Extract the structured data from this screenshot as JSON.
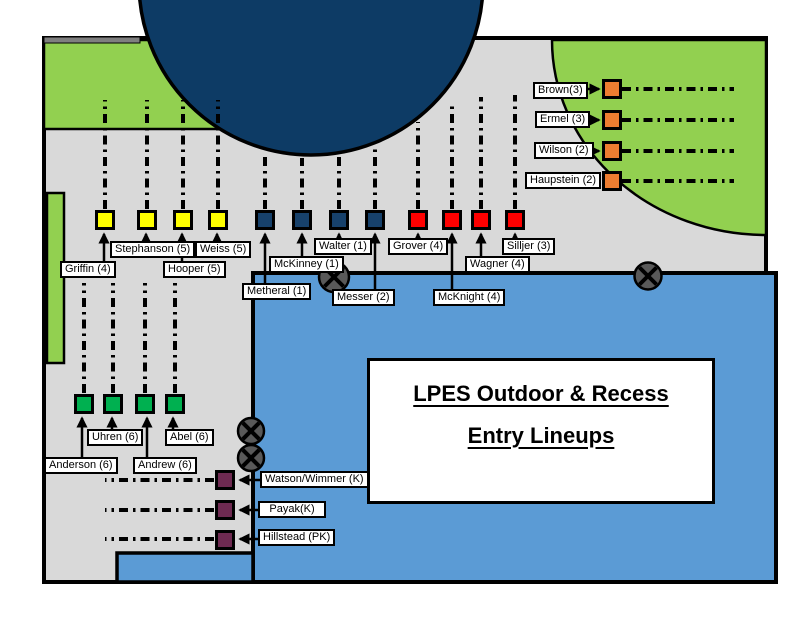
{
  "title": {
    "line1": "LPES Outdoor & Recess",
    "line2": "Entry Lineups"
  },
  "colors": {
    "yellow": "#FFFF00",
    "navy": "#17416B",
    "red": "#FE0000",
    "orange": "#ED7D31",
    "green": "#00B050",
    "purple": "#6E2A51",
    "pavement": "#D9D9D9",
    "field": "#92D050",
    "building": "#0D3B65",
    "blacktop": "#5B9BD5",
    "wall_gray": "#7F7F7F",
    "marker_gray": "#595959"
  },
  "lineups": {
    "griffin": {
      "label": "Griffin (4)",
      "group": "yellow"
    },
    "stephanson": {
      "label": "Stephanson (5)",
      "group": "yellow"
    },
    "hooper": {
      "label": "Hooper (5)",
      "group": "yellow"
    },
    "weiss": {
      "label": "Weiss (5)",
      "group": "yellow"
    },
    "metheral": {
      "label": "Metheral (1)",
      "group": "navy"
    },
    "mckinney": {
      "label": "McKinney (1)",
      "group": "navy"
    },
    "walter": {
      "label": "Walter (1)",
      "group": "navy"
    },
    "messer": {
      "label": "Messer (2)",
      "group": "navy"
    },
    "grover": {
      "label": "Grover (4)",
      "group": "red"
    },
    "mcknight": {
      "label": "McKnight (4)",
      "group": "red"
    },
    "wagner": {
      "label": "Wagner (4)",
      "group": "red"
    },
    "silljer": {
      "label": "Silljer (3)",
      "group": "red"
    },
    "brown": {
      "label": "Brown(3)",
      "group": "orange"
    },
    "ermel": {
      "label": "Ermel (3)",
      "group": "orange"
    },
    "wilson": {
      "label": "Wilson (2)",
      "group": "orange"
    },
    "haupstein": {
      "label": "Haupstein (2)",
      "group": "orange"
    },
    "anderson": {
      "label": "Anderson (6)",
      "group": "green"
    },
    "uhren": {
      "label": "Uhren (6)",
      "group": "green"
    },
    "andrew": {
      "label": "Andrew (6)",
      "group": "green"
    },
    "abel": {
      "label": "Abel (6)",
      "group": "green"
    },
    "watson_wimmer": {
      "label": "Watson/Wimmer (K)",
      "group": "purple"
    },
    "payak": {
      "label": "Payak(K)",
      "group": "purple"
    },
    "hillstead": {
      "label": "Hillstead (PK)",
      "group": "purple"
    }
  }
}
